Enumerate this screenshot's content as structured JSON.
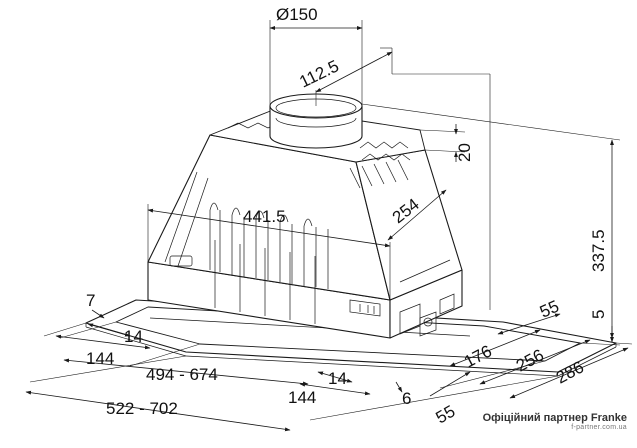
{
  "drawing": {
    "dimensions": {
      "duct_diameter": "Ø150",
      "duct_offset": "112.5",
      "duct_height": "20",
      "total_height": "337.5",
      "body_width": "441.5",
      "body_depth": "254",
      "flange_offset": "7",
      "flange_14_left": "14",
      "flange_144_left": "144",
      "cutout_width": "494 - 674",
      "outer_width": "522 - 702",
      "flange_14_right": "14",
      "flange_144_right": "144",
      "flange_6": "6",
      "depth_55_bottom": "55",
      "depth_55_right": "55",
      "depth_5": "5",
      "depth_176": "176",
      "depth_256": "256",
      "depth_286": "286"
    }
  },
  "footer": {
    "partner": "Офіційний партнер Franke",
    "site": "f-partner.com.ua"
  }
}
